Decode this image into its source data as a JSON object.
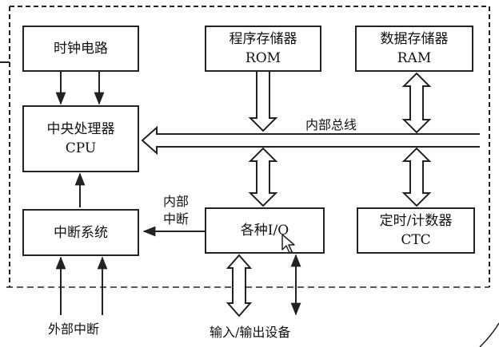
{
  "blocks": {
    "clock": {
      "line1": "时钟电路"
    },
    "rom": {
      "line1": "程序存储器",
      "line2": "ROM"
    },
    "ram": {
      "line1": "数据存储器",
      "line2": "RAM"
    },
    "cpu": {
      "line1": "中央处理器",
      "line2": "CPU"
    },
    "interrupt": {
      "line1": "中断系统"
    },
    "io": {
      "line1": "各种I/O"
    },
    "timer": {
      "line1": "定时/计数器",
      "line2": "CTC"
    }
  },
  "labels": {
    "internal_bus": "内部总线",
    "internal_interrupt_1": "内部",
    "internal_interrupt_2": "中断",
    "external_interrupt": "外部中断",
    "io_devices": "输入/输出设备"
  },
  "colors": {
    "stroke": "#222222",
    "background": "#ffffff"
  },
  "icons": {
    "cursor": "mouse-pointer-icon"
  }
}
